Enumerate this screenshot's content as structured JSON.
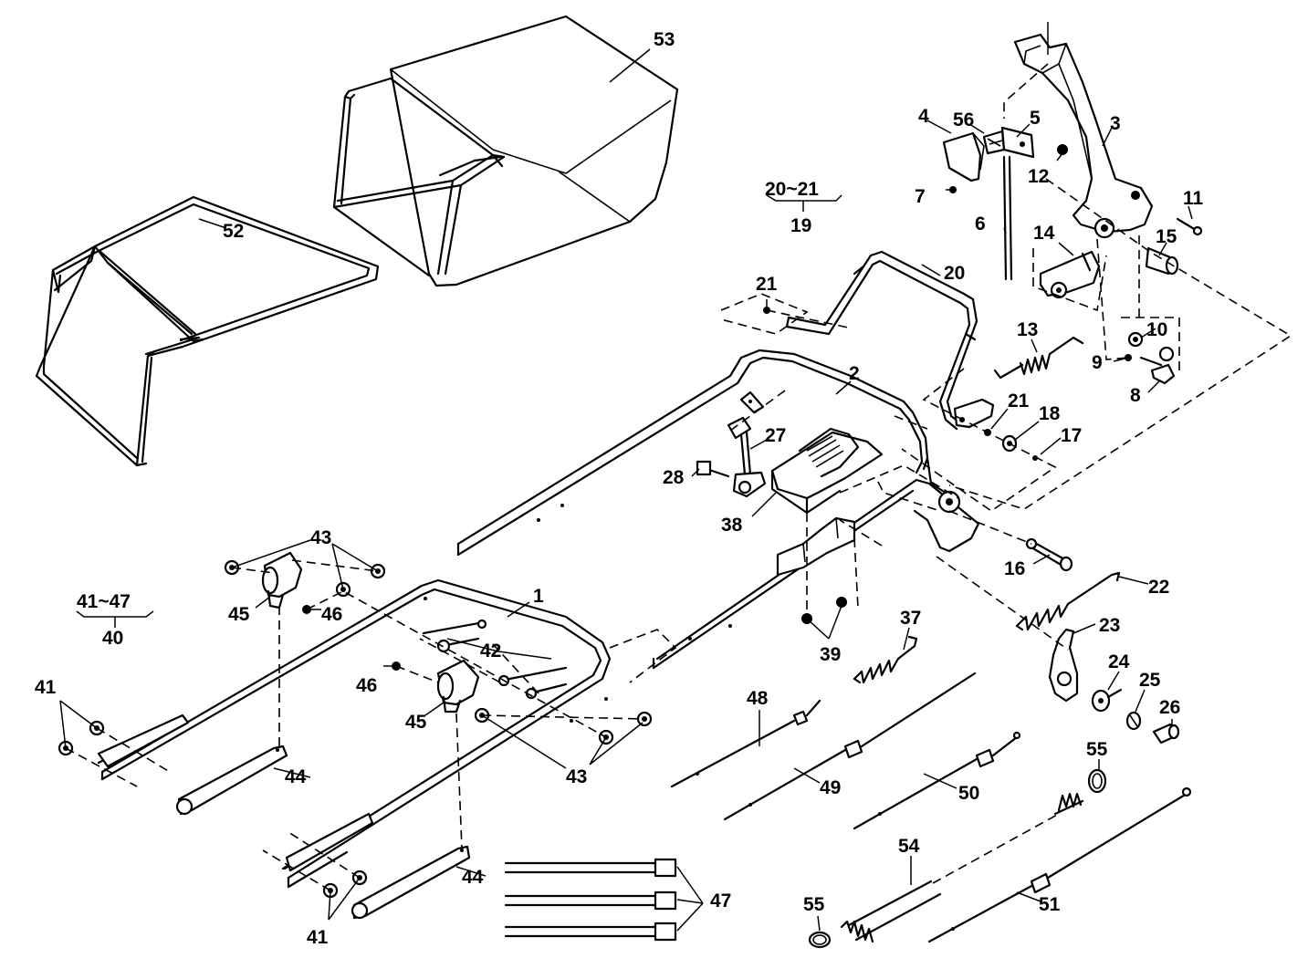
{
  "labels": {
    "l1": "1",
    "l2": "2",
    "l3": "3",
    "l4": "4",
    "l5": "5",
    "l6": "6",
    "l7": "7",
    "l8": "8",
    "l9": "9",
    "l10": "10",
    "l11": "11",
    "l12": "12",
    "l13": "13",
    "l14": "14",
    "l15": "15",
    "l16": "16",
    "l17": "17",
    "l18": "18",
    "l19": "19",
    "l20": "20",
    "l20_21": "20~21",
    "l21a": "21",
    "l21b": "21",
    "l22": "22",
    "l23": "23",
    "l24": "24",
    "l25": "25",
    "l26": "26",
    "l27": "27",
    "l28": "28",
    "l37": "37",
    "l38": "38",
    "l39": "39",
    "l40": "40",
    "l41_47": "41~47",
    "l41a": "41",
    "l41b": "41",
    "l42": "42",
    "l43a": "43",
    "l43b": "43",
    "l44a": "44",
    "l44b": "44",
    "l45a": "45",
    "l45b": "45",
    "l46a": "46",
    "l46b": "46",
    "l47": "47",
    "l48": "48",
    "l49": "49",
    "l50": "50",
    "l51": "51",
    "l52": "52",
    "l53": "53",
    "l54": "54",
    "l55a": "55",
    "l55b": "55",
    "l56": "56"
  }
}
